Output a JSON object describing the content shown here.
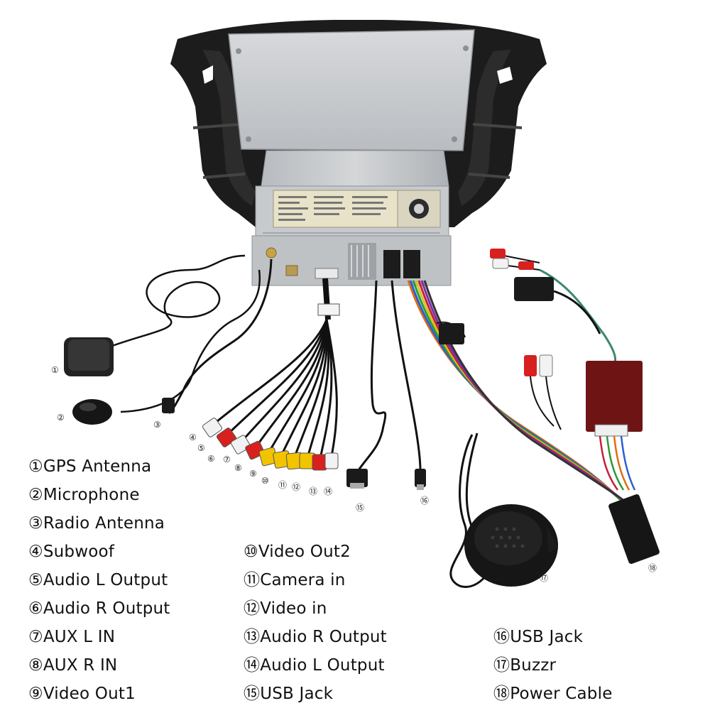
{
  "callouts": {
    "c1": "①",
    "c2": "②",
    "c3": "③",
    "c4": "④",
    "c5": "⑤",
    "c6": "⑥",
    "c7": "⑦",
    "c8": "⑧",
    "c9": "⑨",
    "c10": "⑩",
    "c11": "⑪",
    "c12": "⑫",
    "c13": "⑬",
    "c14": "⑭",
    "c15": "⑮",
    "c16": "⑯",
    "c17": "⑰",
    "c18": "⑱"
  },
  "legend": [
    "①GPS Antenna",
    "②Microphone",
    "③Radio Antenna",
    "④Subwoof",
    "⑤Audio L Output",
    "⑥Audio R Output",
    "⑦AUX L IN",
    "⑧AUX R IN",
    "⑨Video Out1",
    "⑩Video Out2",
    "⑪Camera in",
    "⑫Video in",
    "⑬Audio R Output",
    "⑭Audio L Output",
    "⑮USB Jack",
    "⑯USB Jack",
    "⑰Buzzr",
    "⑱Power Cable"
  ],
  "colors": {
    "frame": "#1c1c1c",
    "metal": "#c9ccd0",
    "cable": "#111111",
    "rca_red": "#d8201f",
    "rca_white": "#f2f2f2",
    "rca_yellow": "#f2c400",
    "module": "#6e1414"
  }
}
